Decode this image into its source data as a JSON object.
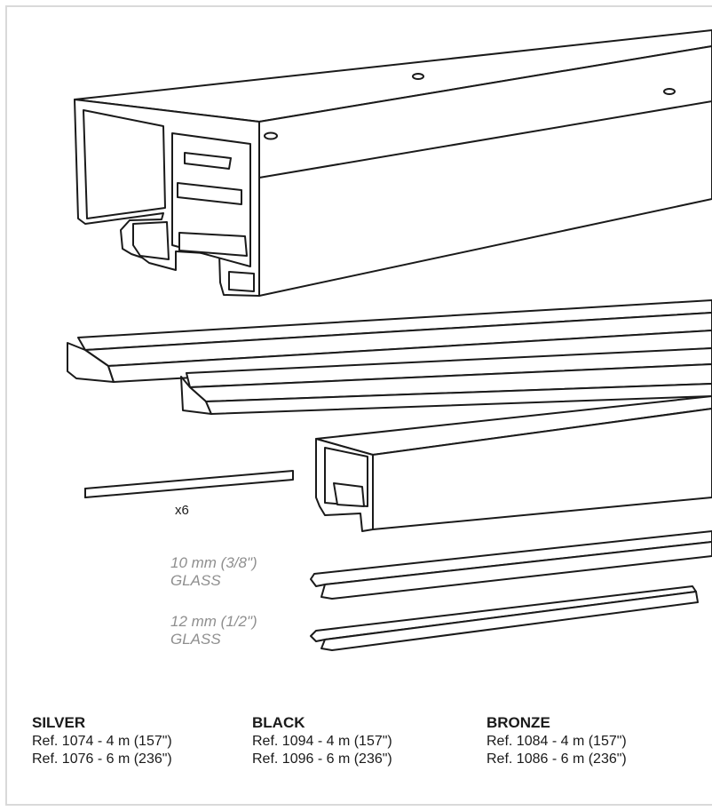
{
  "quantity_label": "x6",
  "glass_options": [
    {
      "thickness": "10 mm (3/8\")",
      "material": "GLASS"
    },
    {
      "thickness": "12 mm (1/2\")",
      "material": "GLASS"
    }
  ],
  "finishes": [
    {
      "name": "SILVER",
      "refs": [
        "Ref. 1074 - 4 m (157\")",
        "Ref. 1076 - 6 m (236\")"
      ]
    },
    {
      "name": "BLACK",
      "refs": [
        "Ref. 1094 - 4 m (157\")",
        "Ref. 1096 - 6 m (236\")"
      ]
    },
    {
      "name": "BRONZE",
      "refs": [
        "Ref. 1084 - 4 m (157\")",
        "Ref. 1086 - 6 m (236\")"
      ]
    }
  ]
}
